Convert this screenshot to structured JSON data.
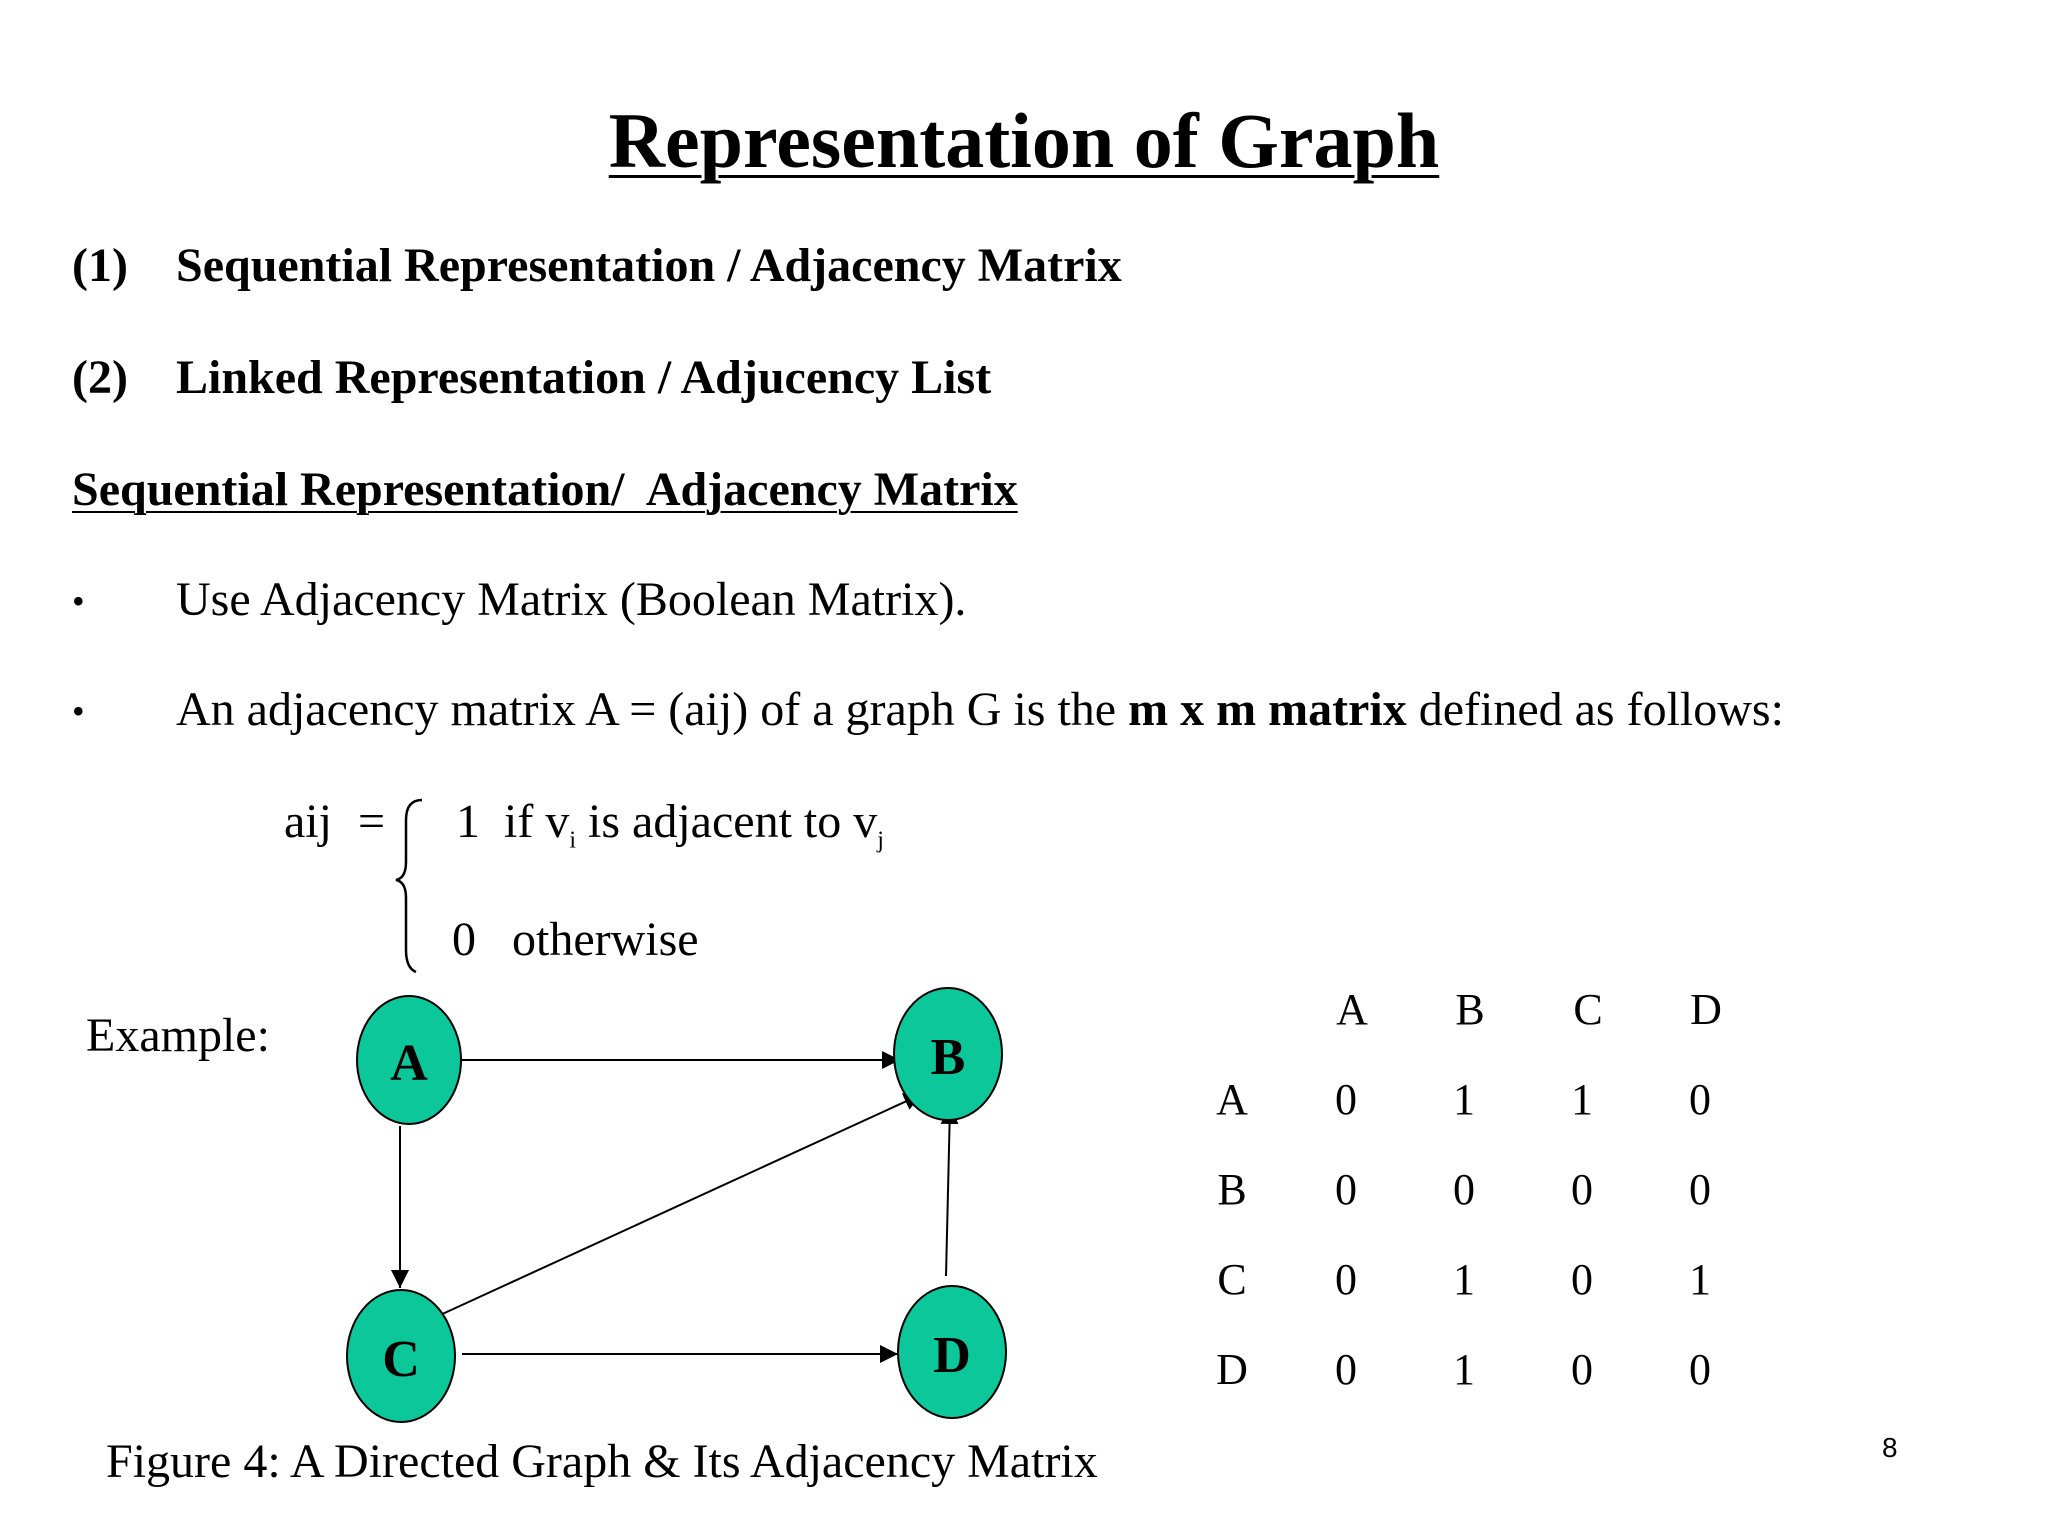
{
  "title": "Representation of Graph",
  "list": [
    {
      "num": "(1)",
      "text": "Sequential Representation / Adjacency Matrix"
    },
    {
      "num": "(2)",
      "text": "Linked Representation / Adjucency List"
    }
  ],
  "section_heading": "Sequential Representation/  Adjacency Matrix",
  "bullets": {
    "symbol": "•",
    "b1": "Use Adjacency Matrix (Boolean Matrix).",
    "b2_pre": "An adjacency matrix A = (aij) of a graph G is the ",
    "b2_bold": "m x m matrix",
    "b2_post": " defined as follows:"
  },
  "definition": {
    "lhs": "aij",
    "eq": "=",
    "case1_val": "1",
    "case1_if": "if v",
    "case1_i": "i",
    "case1_mid": " is adjacent to v",
    "case1_j": "j",
    "case2_val": "0",
    "case2_text": "otherwise"
  },
  "example_label": "Example:",
  "graph": {
    "node_color": "#0cc79a",
    "nodes": {
      "A": "A",
      "B": "B",
      "C": "C",
      "D": "D"
    }
  },
  "matrix": {
    "col_headers": [
      "A",
      "B",
      "C",
      "D"
    ],
    "rows": [
      {
        "label": "A",
        "values": [
          "0",
          "1",
          "1",
          "0"
        ]
      },
      {
        "label": "B",
        "values": [
          "0",
          "0",
          "0",
          "0"
        ]
      },
      {
        "label": "C",
        "values": [
          "0",
          "1",
          "0",
          "1"
        ]
      },
      {
        "label": "D",
        "values": [
          "0",
          "1",
          "0",
          "0"
        ]
      }
    ]
  },
  "caption": "Figure 4: A Directed Graph & Its Adjacency Matrix",
  "page_number": "8"
}
